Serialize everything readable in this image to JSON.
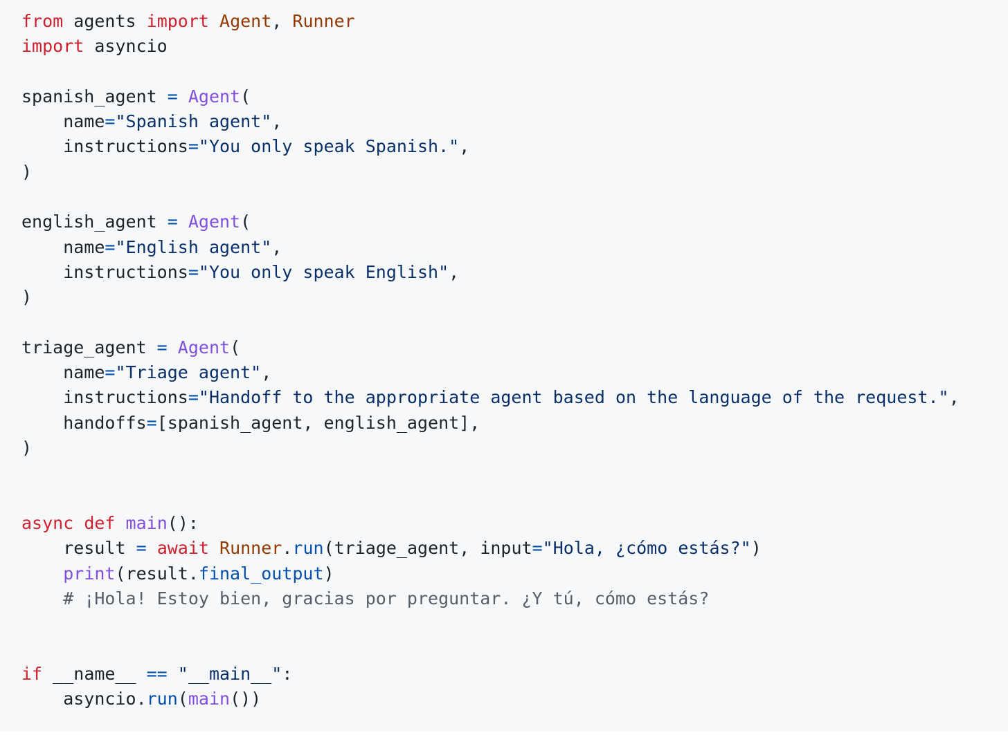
{
  "code_block": {
    "language": "python",
    "colors": {
      "background": "#f6f8fa",
      "text": "#1f2328",
      "keyword": "#cf222e",
      "class": "#953800",
      "function": "#8250df",
      "string": "#0a3069",
      "operator": "#0550ae",
      "comment": "#57606a"
    },
    "lines": [
      [
        {
          "t": "kw",
          "v": "from"
        },
        {
          "t": "",
          "v": " agents "
        },
        {
          "t": "kw",
          "v": "import"
        },
        {
          "t": "",
          "v": " "
        },
        {
          "t": "cls",
          "v": "Agent"
        },
        {
          "t": "",
          "v": ", "
        },
        {
          "t": "cls",
          "v": "Runner"
        }
      ],
      [
        {
          "t": "kw",
          "v": "import"
        },
        {
          "t": "",
          "v": " asyncio"
        }
      ],
      [],
      [
        {
          "t": "",
          "v": "spanish_agent "
        },
        {
          "t": "op",
          "v": "="
        },
        {
          "t": "",
          "v": " "
        },
        {
          "t": "fn",
          "v": "Agent"
        },
        {
          "t": "",
          "v": "("
        }
      ],
      [
        {
          "t": "",
          "v": "    name"
        },
        {
          "t": "op",
          "v": "="
        },
        {
          "t": "str",
          "v": "\"Spanish agent\""
        },
        {
          "t": "",
          "v": ","
        }
      ],
      [
        {
          "t": "",
          "v": "    instructions"
        },
        {
          "t": "op",
          "v": "="
        },
        {
          "t": "str",
          "v": "\"You only speak Spanish.\""
        },
        {
          "t": "",
          "v": ","
        }
      ],
      [
        {
          "t": "",
          "v": ")"
        }
      ],
      [],
      [
        {
          "t": "",
          "v": "english_agent "
        },
        {
          "t": "op",
          "v": "="
        },
        {
          "t": "",
          "v": " "
        },
        {
          "t": "fn",
          "v": "Agent"
        },
        {
          "t": "",
          "v": "("
        }
      ],
      [
        {
          "t": "",
          "v": "    name"
        },
        {
          "t": "op",
          "v": "="
        },
        {
          "t": "str",
          "v": "\"English agent\""
        },
        {
          "t": "",
          "v": ","
        }
      ],
      [
        {
          "t": "",
          "v": "    instructions"
        },
        {
          "t": "op",
          "v": "="
        },
        {
          "t": "str",
          "v": "\"You only speak English\""
        },
        {
          "t": "",
          "v": ","
        }
      ],
      [
        {
          "t": "",
          "v": ")"
        }
      ],
      [],
      [
        {
          "t": "",
          "v": "triage_agent "
        },
        {
          "t": "op",
          "v": "="
        },
        {
          "t": "",
          "v": " "
        },
        {
          "t": "fn",
          "v": "Agent"
        },
        {
          "t": "",
          "v": "("
        }
      ],
      [
        {
          "t": "",
          "v": "    name"
        },
        {
          "t": "op",
          "v": "="
        },
        {
          "t": "str",
          "v": "\"Triage agent\""
        },
        {
          "t": "",
          "v": ","
        }
      ],
      [
        {
          "t": "",
          "v": "    instructions"
        },
        {
          "t": "op",
          "v": "="
        },
        {
          "t": "str",
          "v": "\"Handoff to the appropriate agent based on the language of the request.\""
        },
        {
          "t": "",
          "v": ","
        }
      ],
      [
        {
          "t": "",
          "v": "    handoffs"
        },
        {
          "t": "op",
          "v": "="
        },
        {
          "t": "",
          "v": "[spanish_agent, english_agent],"
        }
      ],
      [
        {
          "t": "",
          "v": ")"
        }
      ],
      [],
      [],
      [
        {
          "t": "kw",
          "v": "async"
        },
        {
          "t": "",
          "v": " "
        },
        {
          "t": "kw",
          "v": "def"
        },
        {
          "t": "",
          "v": " "
        },
        {
          "t": "fn",
          "v": "main"
        },
        {
          "t": "",
          "v": "():"
        }
      ],
      [
        {
          "t": "",
          "v": "    result "
        },
        {
          "t": "op",
          "v": "="
        },
        {
          "t": "",
          "v": " "
        },
        {
          "t": "kw",
          "v": "await"
        },
        {
          "t": "",
          "v": " "
        },
        {
          "t": "cls",
          "v": "Runner"
        },
        {
          "t": "",
          "v": "."
        },
        {
          "t": "attr",
          "v": "run"
        },
        {
          "t": "",
          "v": "(triage_agent, input"
        },
        {
          "t": "op",
          "v": "="
        },
        {
          "t": "str",
          "v": "\"Hola, ¿cómo estás?\""
        },
        {
          "t": "",
          "v": ")"
        }
      ],
      [
        {
          "t": "",
          "v": "    "
        },
        {
          "t": "fn",
          "v": "print"
        },
        {
          "t": "",
          "v": "(result."
        },
        {
          "t": "attr",
          "v": "final_output"
        },
        {
          "t": "",
          "v": ")"
        }
      ],
      [
        {
          "t": "",
          "v": "    "
        },
        {
          "t": "com",
          "v": "# ¡Hola! Estoy bien, gracias por preguntar. ¿Y tú, cómo estás?"
        }
      ],
      [],
      [],
      [
        {
          "t": "kw",
          "v": "if"
        },
        {
          "t": "",
          "v": " __name__ "
        },
        {
          "t": "op",
          "v": "=="
        },
        {
          "t": "",
          "v": " "
        },
        {
          "t": "str",
          "v": "\"__main__\""
        },
        {
          "t": "",
          "v": ":"
        }
      ],
      [
        {
          "t": "",
          "v": "    asyncio."
        },
        {
          "t": "attr",
          "v": "run"
        },
        {
          "t": "",
          "v": "("
        },
        {
          "t": "fn",
          "v": "main"
        },
        {
          "t": "",
          "v": "())"
        }
      ]
    ]
  }
}
